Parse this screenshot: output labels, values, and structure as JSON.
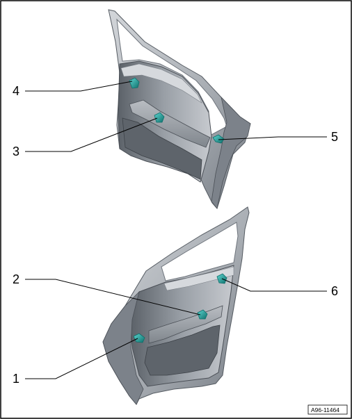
{
  "figure": {
    "reference_code": "A96-11464",
    "colors": {
      "frame": "#000000",
      "door_light": "#c9ccd1",
      "door_mid": "#9fa4ab",
      "door_dark": "#6d737b",
      "door_shadow": "#4a4f56",
      "highlight": "#2fb5b0",
      "highlight_dark": "#0e6f6b"
    }
  },
  "callouts": [
    {
      "id": "1",
      "label": "1"
    },
    {
      "id": "2",
      "label": "2"
    },
    {
      "id": "3",
      "label": "3"
    },
    {
      "id": "4",
      "label": "4"
    },
    {
      "id": "5",
      "label": "5"
    },
    {
      "id": "6",
      "label": "6"
    }
  ],
  "drawings": [
    {
      "id": "upper",
      "icon": "front-door-interior-panel"
    },
    {
      "id": "lower",
      "icon": "rear-door-interior-panel"
    }
  ]
}
